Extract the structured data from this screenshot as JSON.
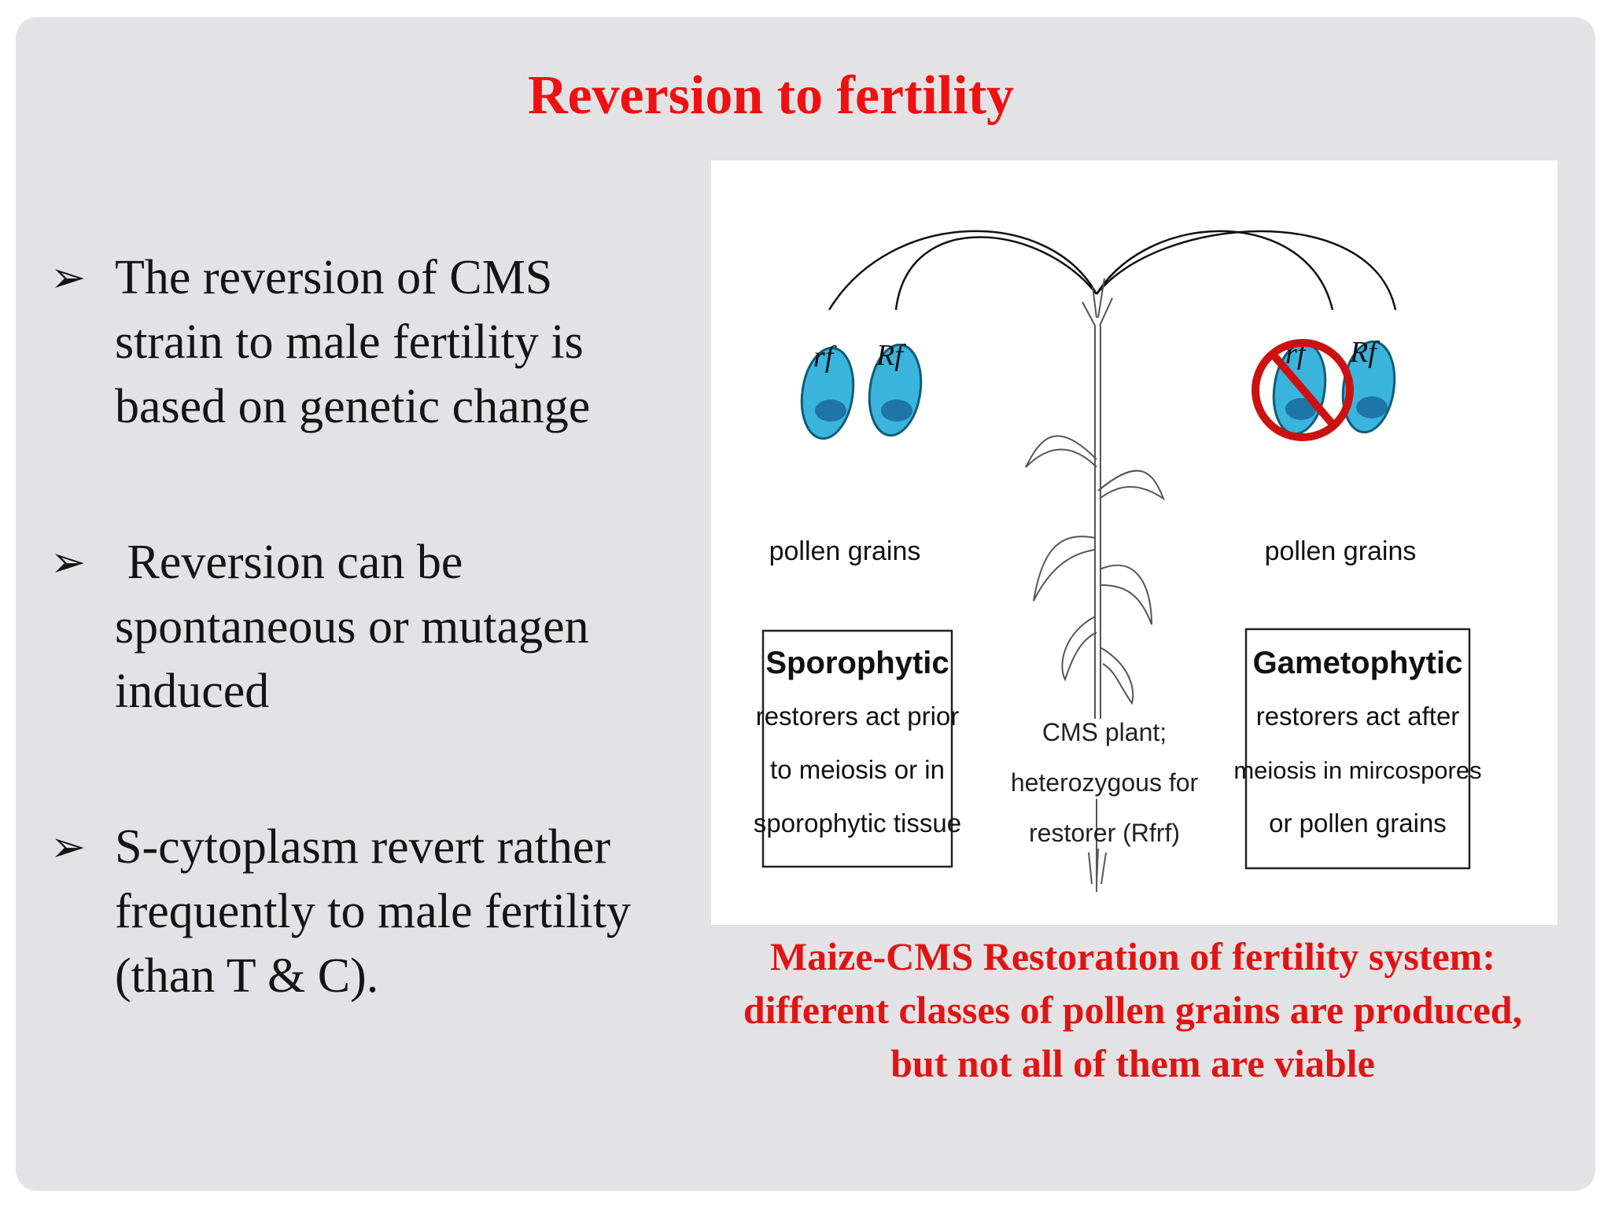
{
  "title": "Reversion to fertility",
  "bullets": [
    {
      "lines": [
        "The reversion of CMS",
        "strain to male fertility is",
        "based on genetic change"
      ]
    },
    {
      "lines": [
        " Reversion can be",
        "spontaneous or mutagen",
        "induced"
      ]
    },
    {
      "lines": [
        "S-cytoplasm revert rather",
        "frequently to male fertility",
        "(than T & C)."
      ]
    }
  ],
  "bullet_marker": "➢",
  "figure": {
    "left_cells": {
      "a": "rf",
      "b": "Rf"
    },
    "right_cells": {
      "a": "rf",
      "b": "Rf"
    },
    "left_label": "pollen grains",
    "right_label": "pollen grains",
    "sporophytic_box": {
      "heading": "Sporophytic",
      "lines": [
        "restorers act prior",
        "to meiosis or in",
        "sporophytic tissue"
      ]
    },
    "gametophytic_box": {
      "heading": "Gametophytic",
      "lines": [
        "restorers act after",
        "meiosis in mircospores",
        "or pollen grains"
      ]
    },
    "plant_label": {
      "lines": [
        "CMS plant;",
        "heterozygous for",
        "restorer (Rfrf)"
      ]
    }
  },
  "caption": {
    "lines": [
      "Maize-CMS Restoration of fertility system:",
      "different classes of pollen grains are produced,",
      "but not all of them are viable"
    ]
  },
  "colors": {
    "title": "#ee1111",
    "caption": "#e01414",
    "pollen_cell": "#3ab4dd",
    "forbidden_sign": "#cc1111",
    "slide_background": "#e3e3e5"
  }
}
